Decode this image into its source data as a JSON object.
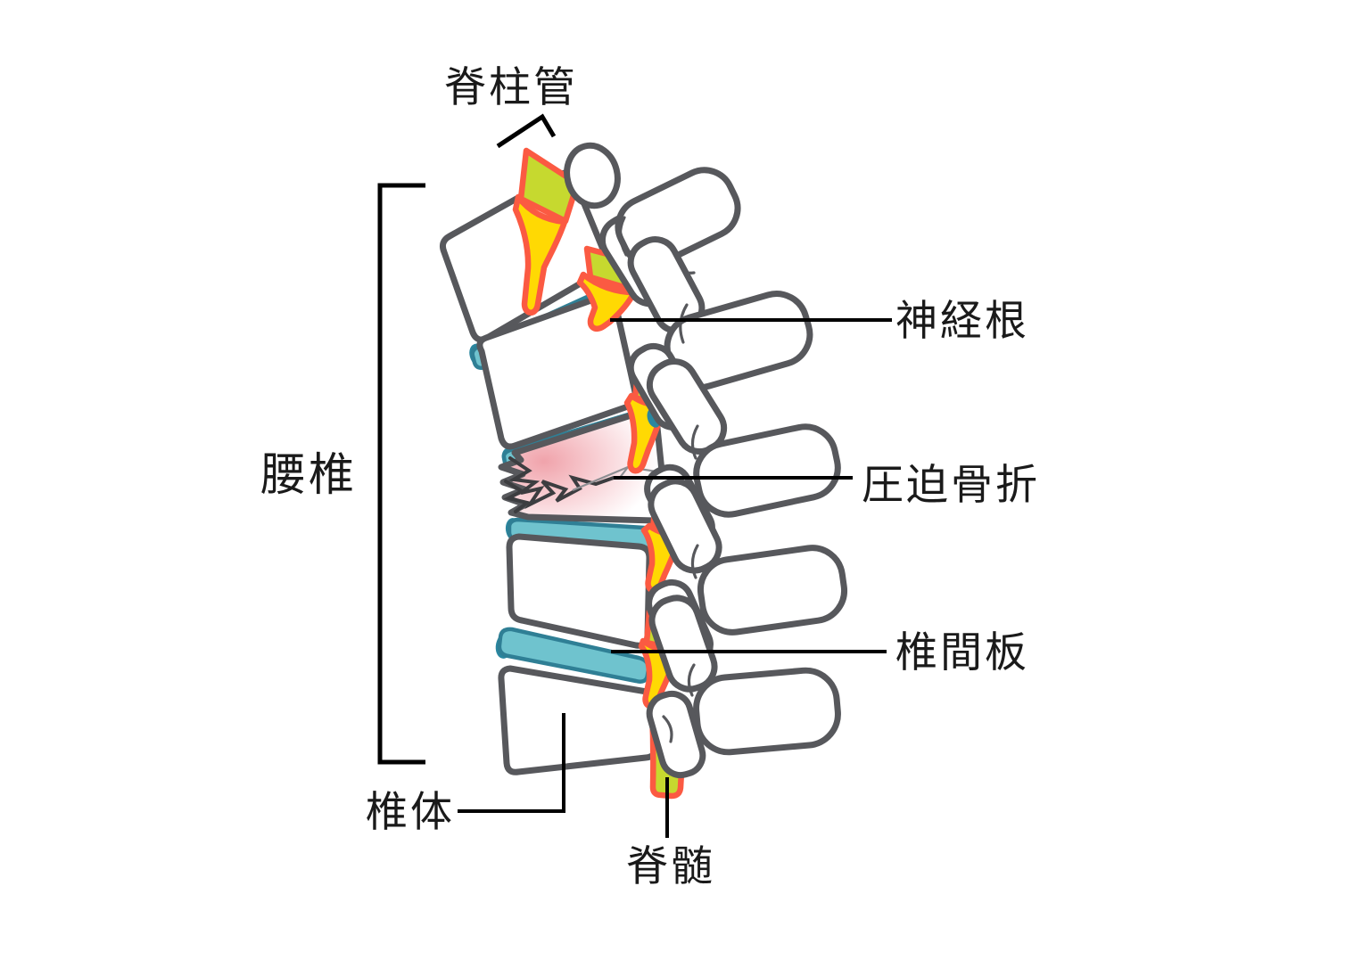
{
  "colors": {
    "bone-fill": "#ffffff",
    "bone-outline": "#57585c",
    "disc-fill": "#6fc3ce",
    "disc-outline": "#2f7f95",
    "disc-accent": "#2a87a0",
    "cord-fill": "#c6d92f",
    "nerve-fill": "#ffd903",
    "nerve-outline": "#fb5a42",
    "fracture-pink": "#f3aeb5",
    "crack-line": "#3c3d40",
    "leader-line": "#000000",
    "label-text": "#1a1a1a"
  },
  "labels": {
    "spinal_canal": "脊柱管",
    "lumbar_spine": "腰椎",
    "nerve_root": "神経根",
    "compression_fracture": "圧迫骨折",
    "intervertebral_disc": "椎間板",
    "vertebral_body": "椎体",
    "spinal_cord": "脊髄"
  },
  "structure": {
    "view": "lateral",
    "vertebrae_shown": 5,
    "discs_shown": 4,
    "fractured_vertebra_position": 3
  }
}
